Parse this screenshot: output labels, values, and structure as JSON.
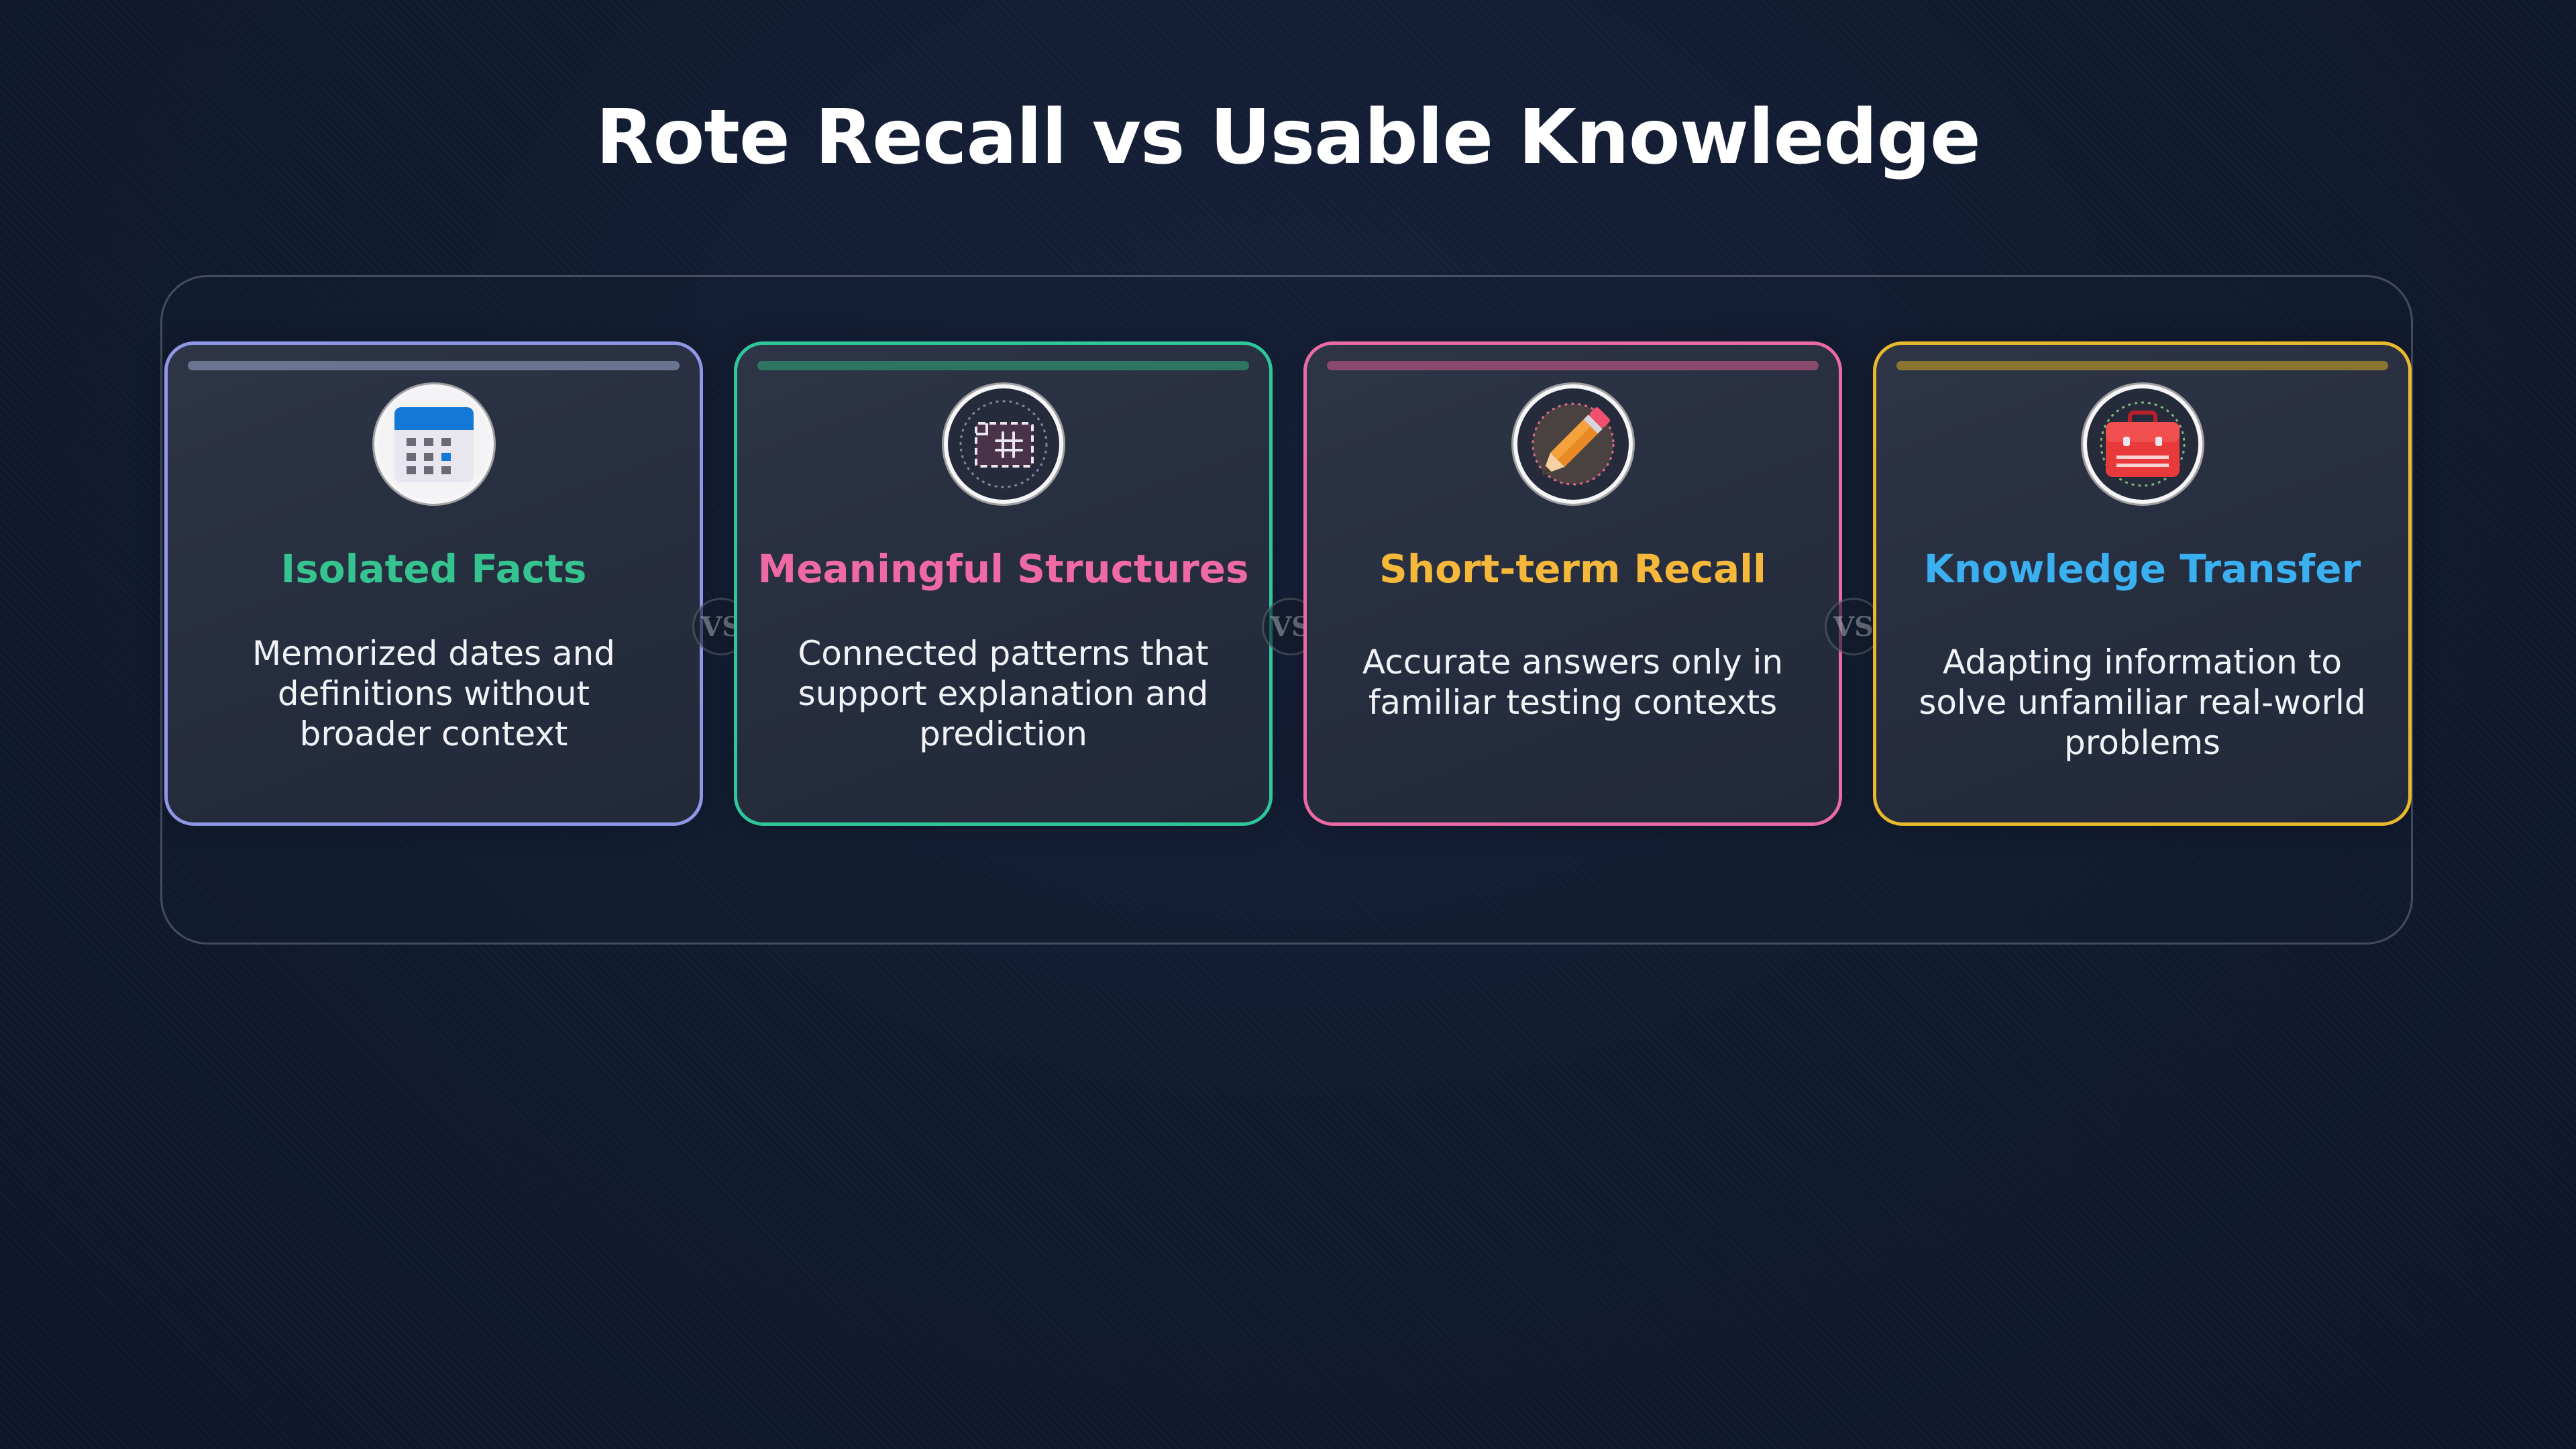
{
  "title": "Rote Recall vs Usable Knowledge",
  "vs_label": "VS",
  "cards": [
    {
      "title": "Isolated Facts",
      "description": "Memorized dates and definitions without broader context",
      "icon": "calendar-icon",
      "border_color": "#8f97e6",
      "accent_color": "#6a7390",
      "title_color": "#35c48f"
    },
    {
      "title": "Meaningful Structures",
      "description": "Connected patterns that support explanation and prediction",
      "icon": "blueprint-icon",
      "border_color": "#2fc79a",
      "accent_color": "#2d7561",
      "title_color": "#ef6aa4"
    },
    {
      "title": "Short-term Recall",
      "description": "Accurate answers only in familiar testing contexts",
      "icon": "pencil-icon",
      "border_color": "#e96aa6",
      "accent_color": "#8a4a6e",
      "title_color": "#f6b83a"
    },
    {
      "title": "Knowledge Transfer",
      "description": "Adapting information to solve unfamiliar real-world problems",
      "icon": "toolbox-icon",
      "border_color": "#e9b92d",
      "accent_color": "#8a7530",
      "title_color": "#3ab0f0"
    }
  ]
}
